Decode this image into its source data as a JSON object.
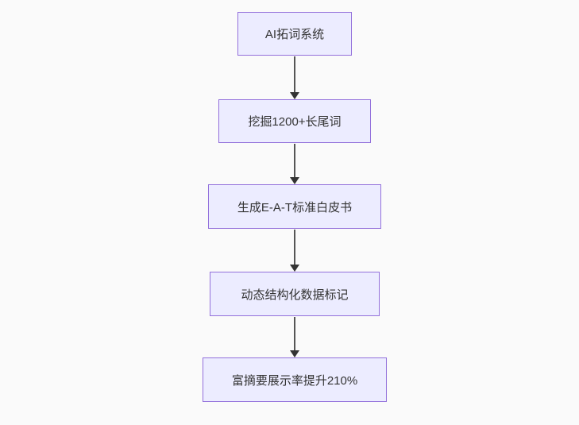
{
  "flowchart": {
    "type": "flowchart-vertical",
    "nodes": [
      {
        "id": "A",
        "label": "AI拓词系统"
      },
      {
        "id": "B",
        "label": "挖掘1200+长尾词"
      },
      {
        "id": "C",
        "label": "生成E-A-T标准白皮书"
      },
      {
        "id": "D",
        "label": "动态结构化数据标记"
      },
      {
        "id": "E",
        "label": "富摘要展示率提升210%"
      }
    ],
    "edges": [
      {
        "from": "A",
        "to": "B",
        "arrow": "down"
      },
      {
        "from": "B",
        "to": "C",
        "arrow": "down"
      },
      {
        "from": "C",
        "to": "D",
        "arrow": "down"
      },
      {
        "from": "D",
        "to": "E",
        "arrow": "down"
      }
    ]
  },
  "colors": {
    "background": "#fafafa",
    "node_fill": "#ECECFF",
    "node_border": "#9370DB",
    "text": "#333333",
    "arrow_line": "#555555",
    "arrow_head": "#333333"
  }
}
